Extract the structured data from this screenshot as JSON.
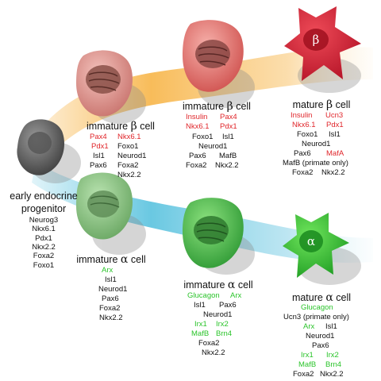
{
  "colors": {
    "beta_stream": "#f6a623",
    "alpha_stream": "#38b6d8",
    "beta_gene": "#e0262b",
    "alpha_gene": "#2bc42b",
    "other_gene": "#111111"
  },
  "progenitor": {
    "title_line1": "early endocrine",
    "title_line2": "progenitor",
    "genes": [
      "Neurog3",
      "Nkx6.1",
      "Pdx1",
      "Nkx2.2",
      "Foxa2",
      "Foxo1"
    ]
  },
  "imm_beta_1": {
    "title": "immature",
    "greek": "β",
    "suffix": "cell",
    "genes": [
      {
        "text": "Pax4",
        "color": "red"
      },
      {
        "text": "Nkx6.1",
        "color": "red"
      },
      {
        "text": "Pdx1",
        "color": "red"
      },
      {
        "text": "Foxo1",
        "color": "black"
      },
      {
        "text": "Isl1",
        "color": "black"
      },
      {
        "text": "Neurod1",
        "color": "black"
      },
      {
        "text": "Pax6",
        "color": "black"
      },
      {
        "text": "Foxa2",
        "color": "black"
      },
      {
        "text": "Nkx2.2",
        "color": "black"
      }
    ]
  },
  "imm_beta_2": {
    "title": "immature",
    "greek": "β",
    "suffix": "cell",
    "genes": [
      {
        "text": "Insulin",
        "color": "red"
      },
      {
        "text": "Pax4",
        "color": "red"
      },
      {
        "text": "Nkx6.1",
        "color": "red"
      },
      {
        "text": "Pdx1",
        "color": "red"
      },
      {
        "text": "Foxo1",
        "color": "black"
      },
      {
        "text": "Isl1",
        "color": "black"
      },
      {
        "text": "Neurod1",
        "color": "black"
      },
      {
        "text": "Pax6",
        "color": "black"
      },
      {
        "text": "MafB",
        "color": "black"
      },
      {
        "text": "Foxa2",
        "color": "black"
      },
      {
        "text": "Nkx2.2",
        "color": "black"
      }
    ]
  },
  "mature_beta": {
    "title": "mature",
    "greek": "β",
    "suffix": "cell",
    "cell_symbol": "β",
    "genes": [
      {
        "text": "Insulin",
        "color": "red"
      },
      {
        "text": "Ucn3",
        "color": "red"
      },
      {
        "text": "Nkx6.1",
        "color": "red"
      },
      {
        "text": "Pdx1",
        "color": "red"
      },
      {
        "text": "Foxo1",
        "color": "black"
      },
      {
        "text": "Isl1",
        "color": "black"
      },
      {
        "text": "Neurod1",
        "color": "black"
      },
      {
        "text": "Pax6",
        "color": "black"
      },
      {
        "text": "MafA",
        "color": "red"
      },
      {
        "text": "MafB (primate only)",
        "color": "black"
      },
      {
        "text": "Foxa2",
        "color": "black"
      },
      {
        "text": "Nkx2.2",
        "color": "black"
      }
    ]
  },
  "imm_alpha_1": {
    "title": "immature",
    "greek": "α",
    "suffix": "cell",
    "genes": [
      {
        "text": "Arx",
        "color": "green"
      },
      {
        "text": "Isl1",
        "color": "black"
      },
      {
        "text": "Neurod1",
        "color": "black"
      },
      {
        "text": "Pax6",
        "color": "black"
      },
      {
        "text": "Foxa2",
        "color": "black"
      },
      {
        "text": "Nkx2.2",
        "color": "black"
      }
    ]
  },
  "imm_alpha_2": {
    "title": "immature",
    "greek": "α",
    "suffix": "cell",
    "genes": [
      {
        "text": "Glucagon",
        "color": "green"
      },
      {
        "text": "Arx",
        "color": "green"
      },
      {
        "text": "Isl1",
        "color": "black"
      },
      {
        "text": "Pax6",
        "color": "black"
      },
      {
        "text": "Neurod1",
        "color": "black"
      },
      {
        "text": "Irx1",
        "color": "green"
      },
      {
        "text": "Irx2",
        "color": "green"
      },
      {
        "text": "MafB",
        "color": "green"
      },
      {
        "text": "Brn4",
        "color": "green"
      },
      {
        "text": "Foxa2",
        "color": "black"
      },
      {
        "text": "Nkx2.2",
        "color": "black"
      }
    ]
  },
  "mature_alpha": {
    "title": "mature",
    "greek": "α",
    "suffix": "cell",
    "cell_symbol": "α",
    "genes": [
      {
        "text": "Glucagon",
        "color": "green"
      },
      {
        "text": "Ucn3 (primate only)",
        "color": "black"
      },
      {
        "text": "Arx",
        "color": "green"
      },
      {
        "text": "Isl1",
        "color": "black"
      },
      {
        "text": "Neurod1",
        "color": "black"
      },
      {
        "text": "Pax6",
        "color": "black"
      },
      {
        "text": "Irx1",
        "color": "green"
      },
      {
        "text": "Irx2",
        "color": "green"
      },
      {
        "text": "MafB",
        "color": "green"
      },
      {
        "text": "Brn4",
        "color": "green"
      },
      {
        "text": "Foxa2",
        "color": "black"
      },
      {
        "text": "Nkx2.2",
        "color": "black"
      }
    ]
  }
}
